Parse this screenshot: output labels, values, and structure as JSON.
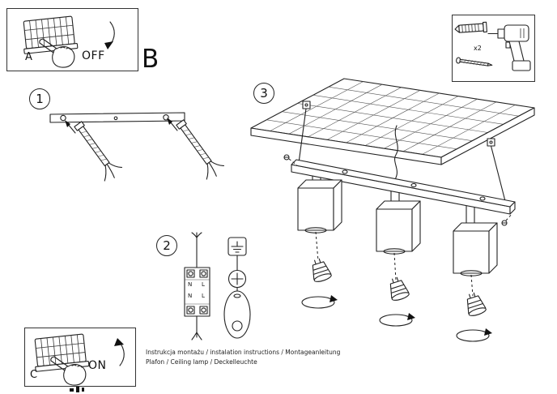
{
  "sheet": {
    "panel_a": {
      "label": "A",
      "switch_state": "OFF"
    },
    "section_b_label": "B",
    "tools": {
      "plug_quantity": "x2"
    },
    "steps": [
      "1",
      "2",
      "3"
    ],
    "wiring_terminals": [
      "N",
      "L",
      "N",
      "L"
    ],
    "panel_c": {
      "label": "C",
      "switch_state": "ON"
    },
    "footer": {
      "line1": "Instrukcja montażu / instalation instructions / Montageanleitung",
      "line2": "Plafon / Ceiling lamp / Deckelleuchte"
    },
    "icons": {
      "switch": "rocker-light-switch",
      "hand": "pressing-hand",
      "flip_arrow": "curved-flip-arrow",
      "drill": "power-drill",
      "wall_plug": "expansion-wall-plug",
      "screw": "mounting-screw",
      "anchor": "toggle-anchor-screw",
      "terminal_block": "wire-terminal-block",
      "earth": "earth-ground-symbol",
      "ceiling_panel": "hatched-ceiling-panel",
      "spotlight": "square-spotlight-head",
      "bulb": "gu10-bulb",
      "rotation_arrow": "bulb-rotation-arrow"
    }
  }
}
